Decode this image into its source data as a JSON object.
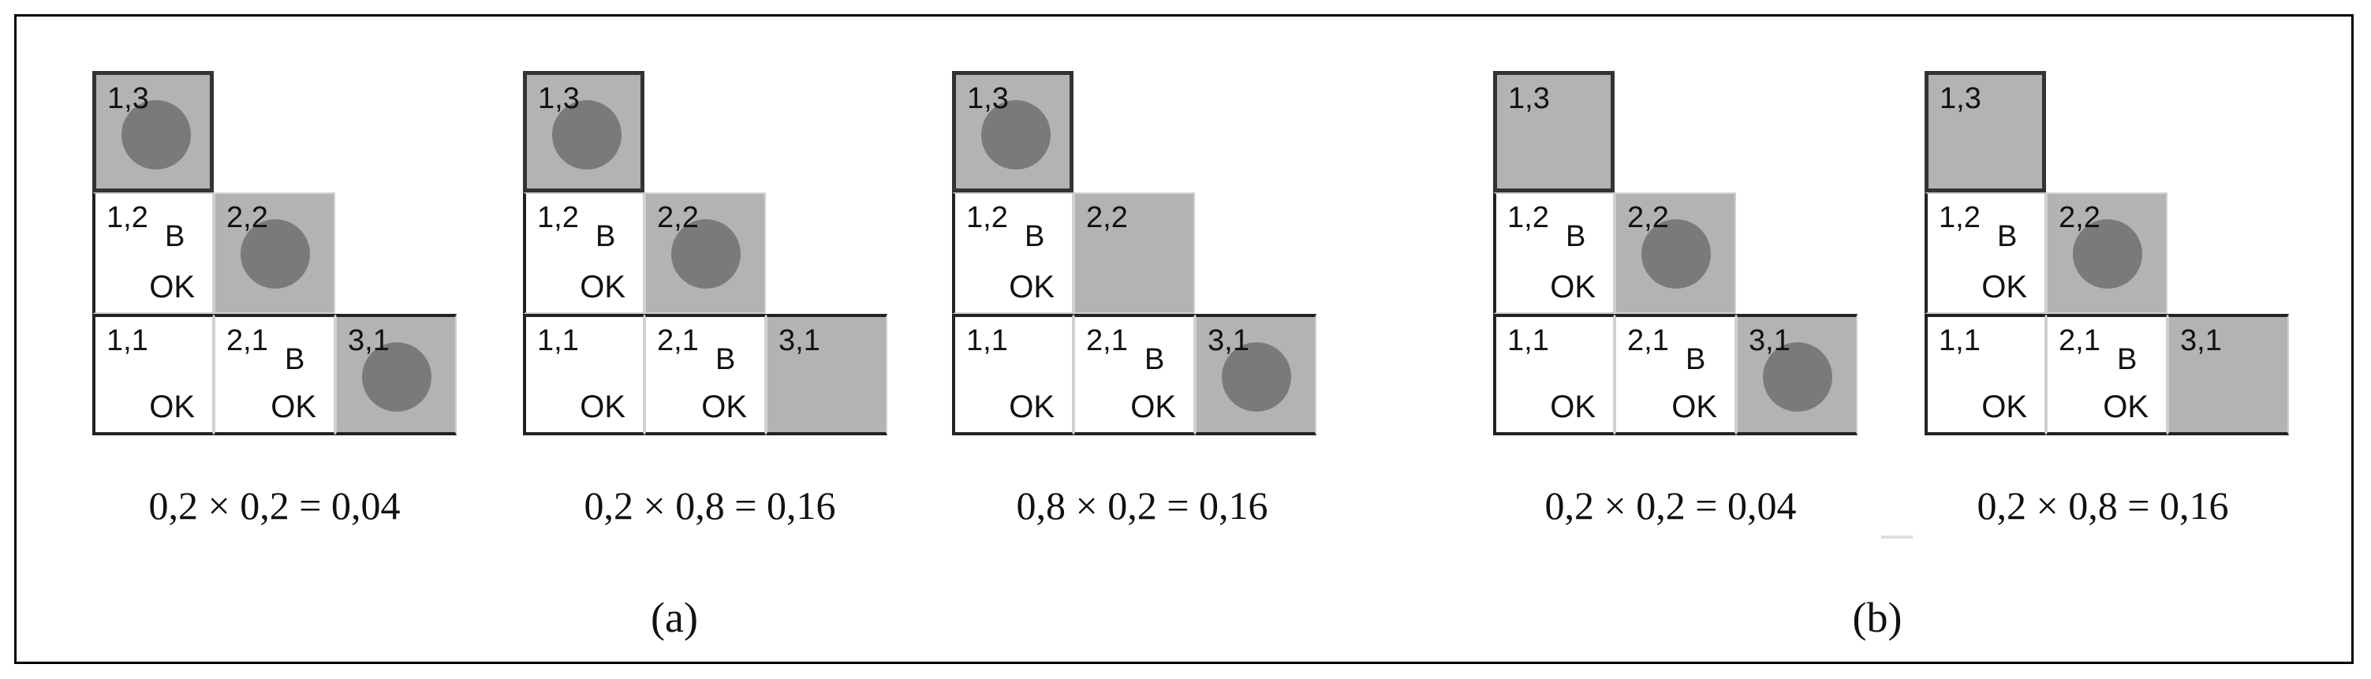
{
  "panels": [
    {
      "caption": "0,2 × 0,2 = 0,04",
      "pits": [
        "1,3",
        "2,2",
        "3,1"
      ],
      "cells": {
        "c13": "1,3",
        "c12": "1,2",
        "c22": "2,2",
        "c11": "1,1",
        "c21": "2,1",
        "c31": "3,1"
      },
      "marks": {
        "b": "B",
        "ok": "OK"
      }
    },
    {
      "caption": "0,2 × 0,8 = 0,16",
      "pits": [
        "1,3",
        "2,2"
      ],
      "cells": {
        "c13": "1,3",
        "c12": "1,2",
        "c22": "2,2",
        "c11": "1,1",
        "c21": "2,1",
        "c31": "3,1"
      },
      "marks": {
        "b": "B",
        "ok": "OK"
      }
    },
    {
      "caption": "0,8 × 0,2 = 0,16",
      "pits": [
        "1,3",
        "3,1"
      ],
      "cells": {
        "c13": "1,3",
        "c12": "1,2",
        "c22": "2,2",
        "c11": "1,1",
        "c21": "2,1",
        "c31": "3,1"
      },
      "marks": {
        "b": "B",
        "ok": "OK"
      }
    },
    {
      "caption": "0,2 × 0,2 = 0,04",
      "pits": [
        "2,2",
        "3,1"
      ],
      "cells": {
        "c13": "1,3",
        "c12": "1,2",
        "c22": "2,2",
        "c11": "1,1",
        "c21": "2,1",
        "c31": "3,1"
      },
      "marks": {
        "b": "B",
        "ok": "OK"
      }
    },
    {
      "caption": "0,2 × 0,8 = 0,16",
      "pits": [
        "2,2"
      ],
      "cells": {
        "c13": "1,3",
        "c12": "1,2",
        "c22": "2,2",
        "c11": "1,1",
        "c21": "2,1",
        "c31": "3,1"
      },
      "marks": {
        "b": "B",
        "ok": "OK"
      }
    }
  ],
  "group_labels": {
    "a": "(a)",
    "b": "(b)"
  },
  "colors": {
    "shade": "#b3b3b3",
    "pit": "#7a7a7a",
    "border": "#222222"
  }
}
